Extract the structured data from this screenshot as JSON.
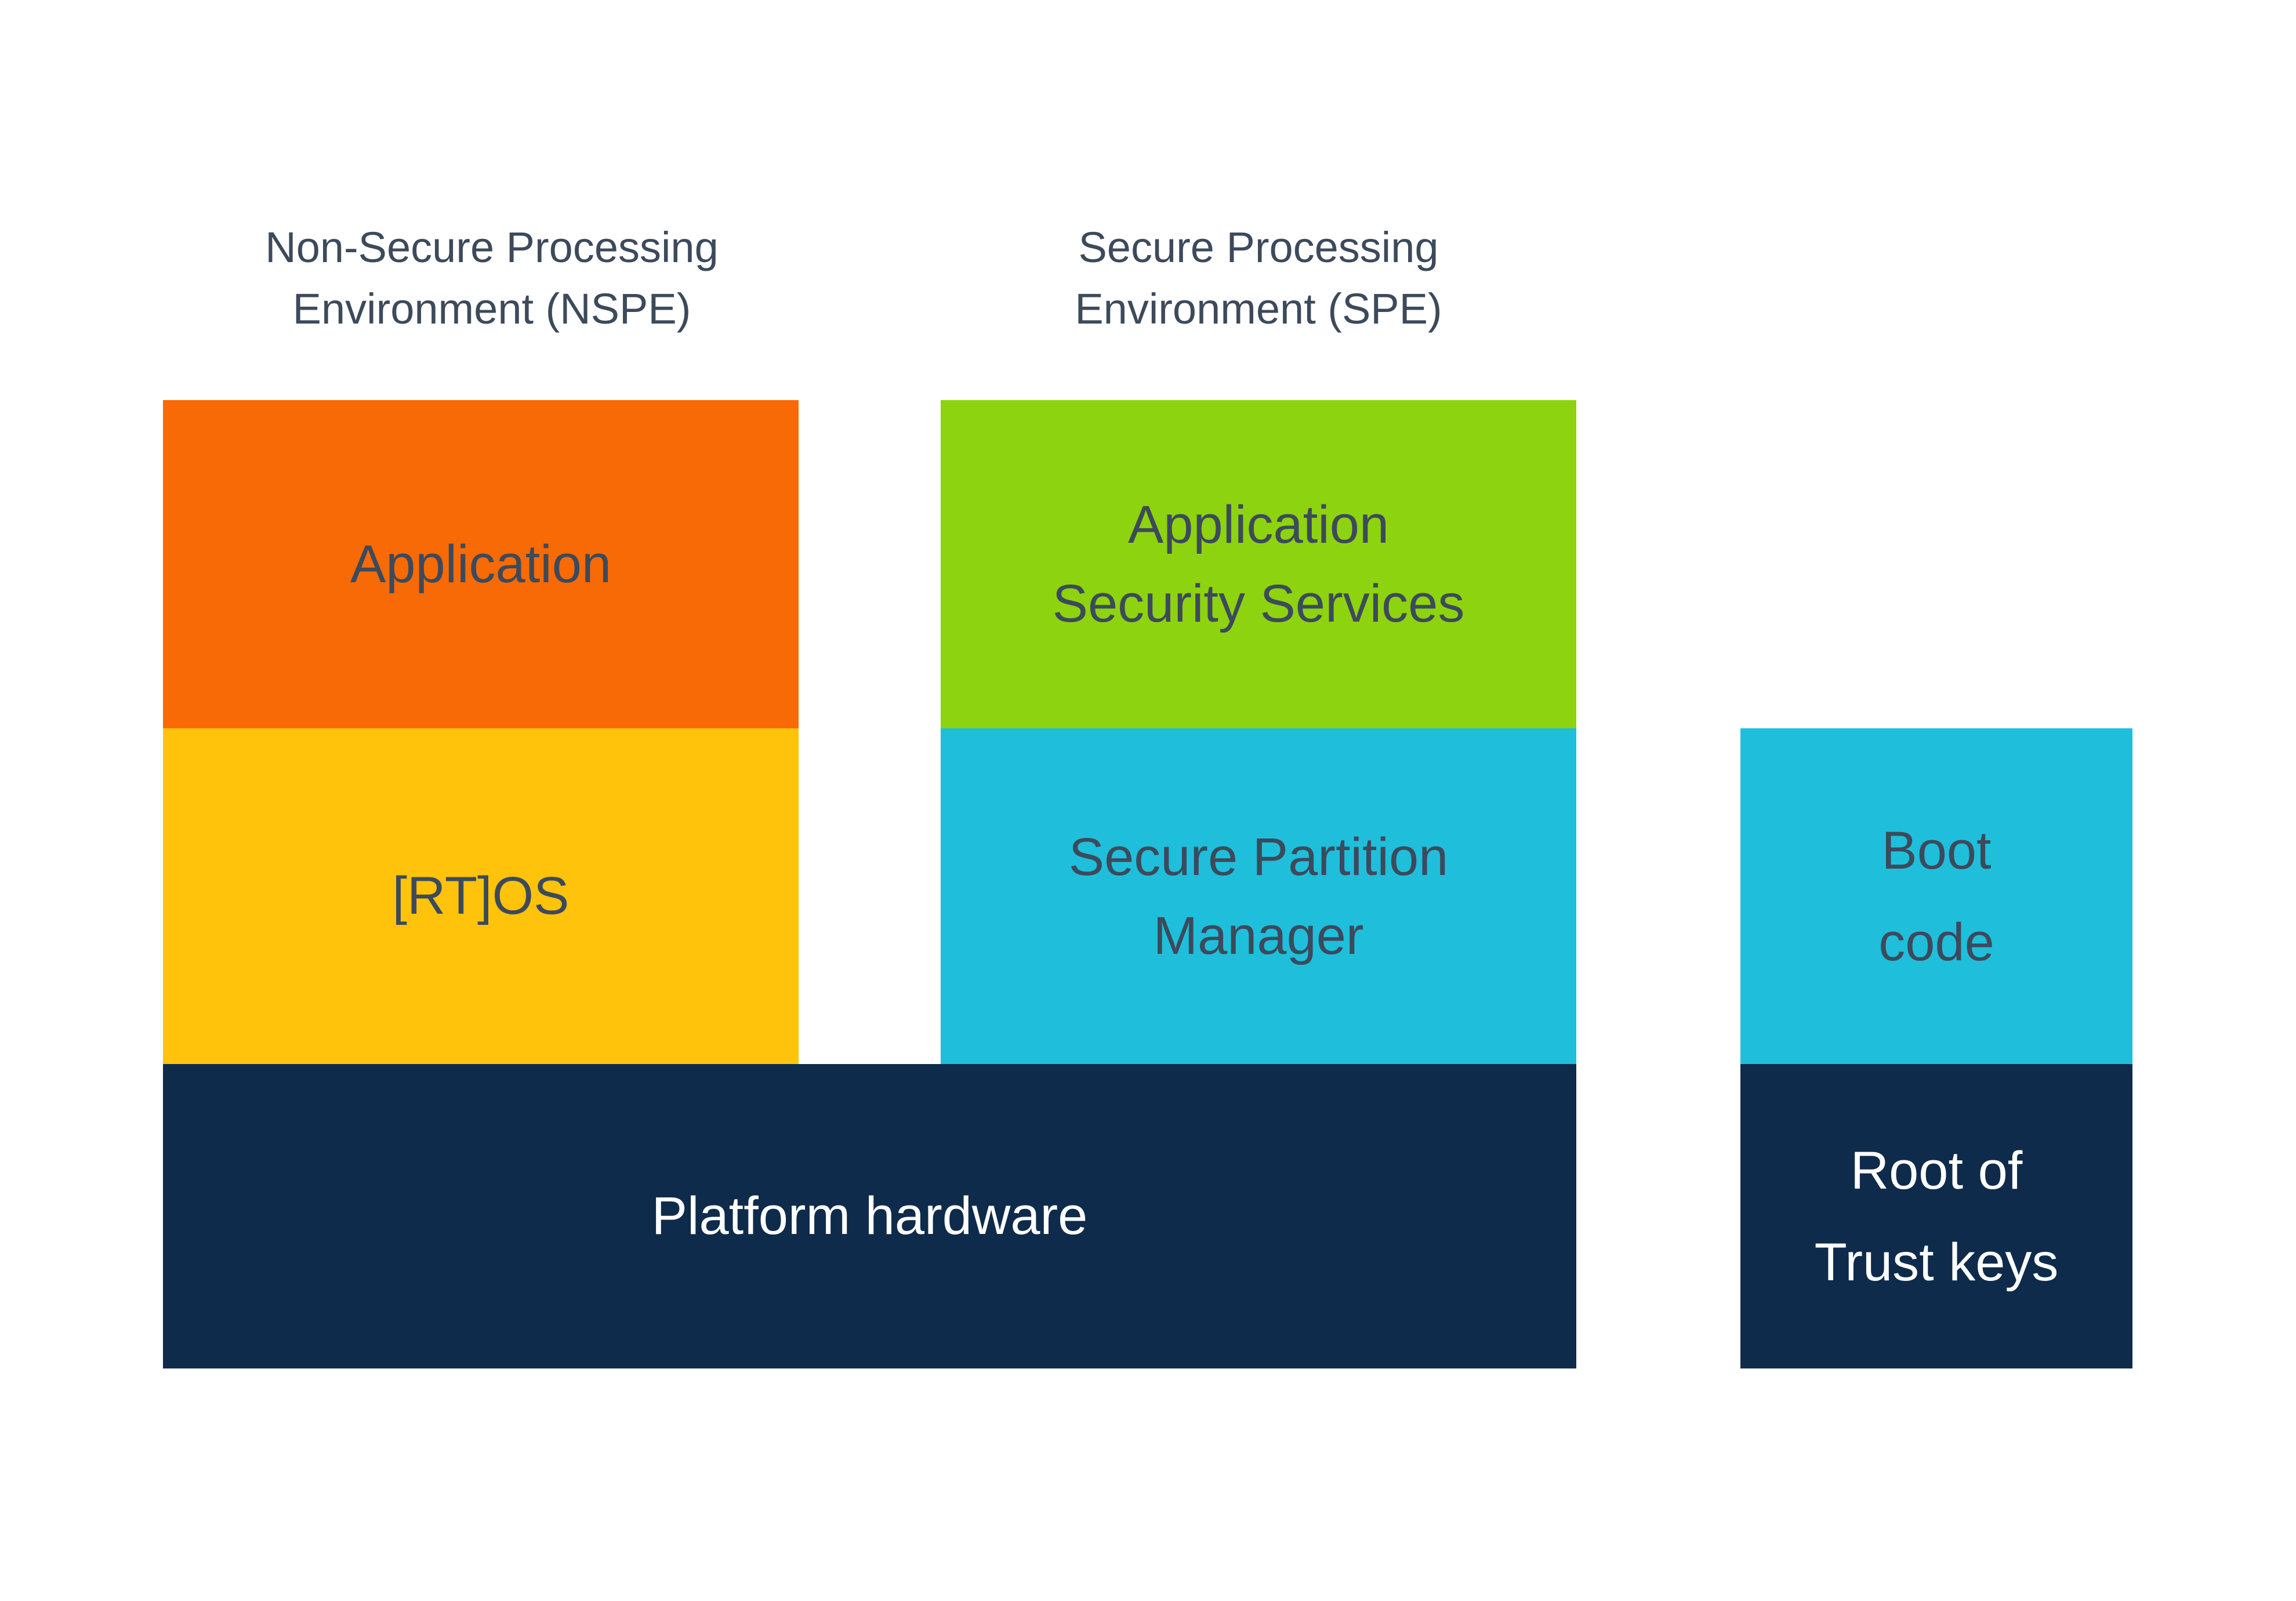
{
  "headers": {
    "nspe": {
      "line1": "Non-Secure Processing",
      "line2": "Environment (NSPE)"
    },
    "spe": {
      "line1": "Secure Processing",
      "line2": "Environment (SPE)"
    }
  },
  "boxes": {
    "application": {
      "label": "Application"
    },
    "rtos": {
      "label": "[RT]OS"
    },
    "app_security_services": {
      "line1": "Application",
      "line2": "Security Services"
    },
    "secure_partition_manager": {
      "line1": "Secure Partition",
      "line2": "Manager"
    },
    "platform_hardware": {
      "label": "Platform hardware"
    },
    "boot_code": {
      "line1": "Boot",
      "line2": "code"
    },
    "root_of_trust_keys": {
      "line1": "Root of",
      "line2": "Trust keys"
    }
  },
  "colors": {
    "background": "#FFFFFF",
    "orange": "#F86A05",
    "yellow": "#FFC30B",
    "green": "#8ED30F",
    "cyan": "#1FBFDC",
    "navy": "#0F2B4B",
    "slate_text": "#3C4A5B",
    "white_text": "#FFFFFF"
  }
}
